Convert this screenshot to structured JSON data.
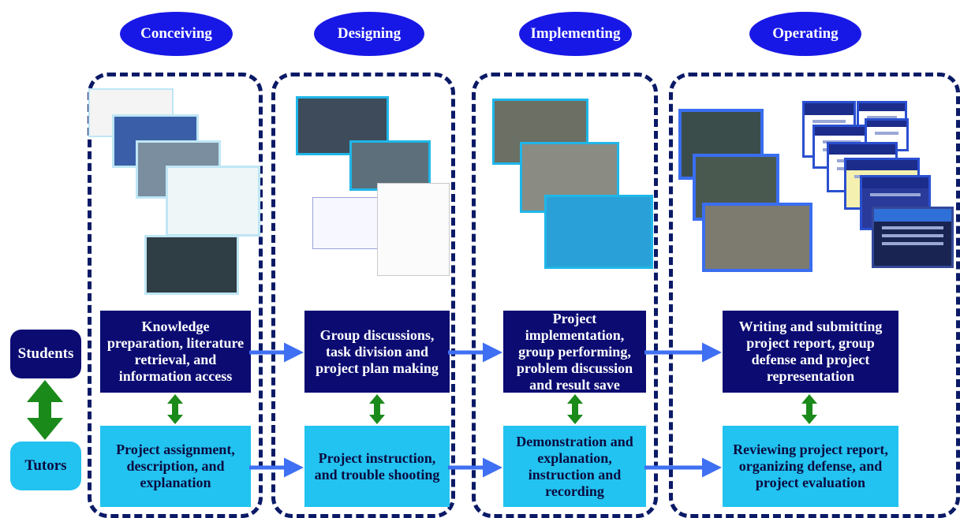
{
  "phases": [
    "Conceiving",
    "Designing",
    "Implementing",
    "Operating"
  ],
  "roles": {
    "students": "Students",
    "tutors": "Tutors"
  },
  "student_tasks": [
    "Knowledge preparation,  literature retrieval, and information access",
    "Group discussions, task division and project plan making",
    "Project implementation, group performing, problem discussion and result save",
    "Writing and submitting project report, group defense and project representation"
  ],
  "tutor_tasks": [
    "Project assignment, description, and explanation",
    "Project instruction, and trouble shooting",
    "Demonstration and explanation, instruction and recording",
    "Reviewing project report, organizing defense, and project evaluation"
  ],
  "colors": {
    "phase": "#1818e6",
    "student_box": "#0b0b72",
    "tutor_box": "#22c3f0",
    "flow_arrow": "#3f6ff2",
    "link_arrow": "#1a8a1a",
    "border": "#0a1a66"
  }
}
